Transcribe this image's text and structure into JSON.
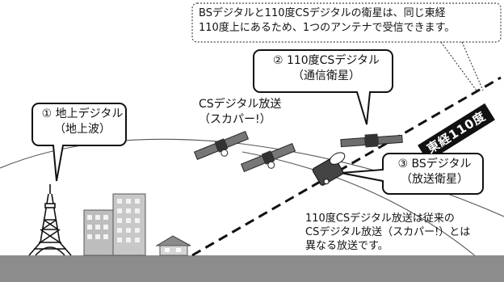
{
  "note": {
    "line1": "BSデジタルと110度CSデジタルの衛星は、同じ東経",
    "line2": "110度上にあるため、1つのアンテナで受信できます。"
  },
  "cs110": {
    "line1": "② 110度CSデジタル",
    "line2": "（通信衛星）"
  },
  "cs_broadcast": {
    "line1": "CSデジタル放送",
    "line2": "（スカパー!）"
  },
  "terrestrial": {
    "line1": "① 地上デジタル",
    "line2": "（地上波）"
  },
  "bs": {
    "line1": "③ BSデジタル",
    "line2": "（放送衛星）"
  },
  "band_label": "東経110度",
  "explain": {
    "line1": "110度CSデジタル放送は従来の",
    "line2": "CSデジタル放送（スカパー!）とは",
    "line3": "異なる放送です。"
  }
}
